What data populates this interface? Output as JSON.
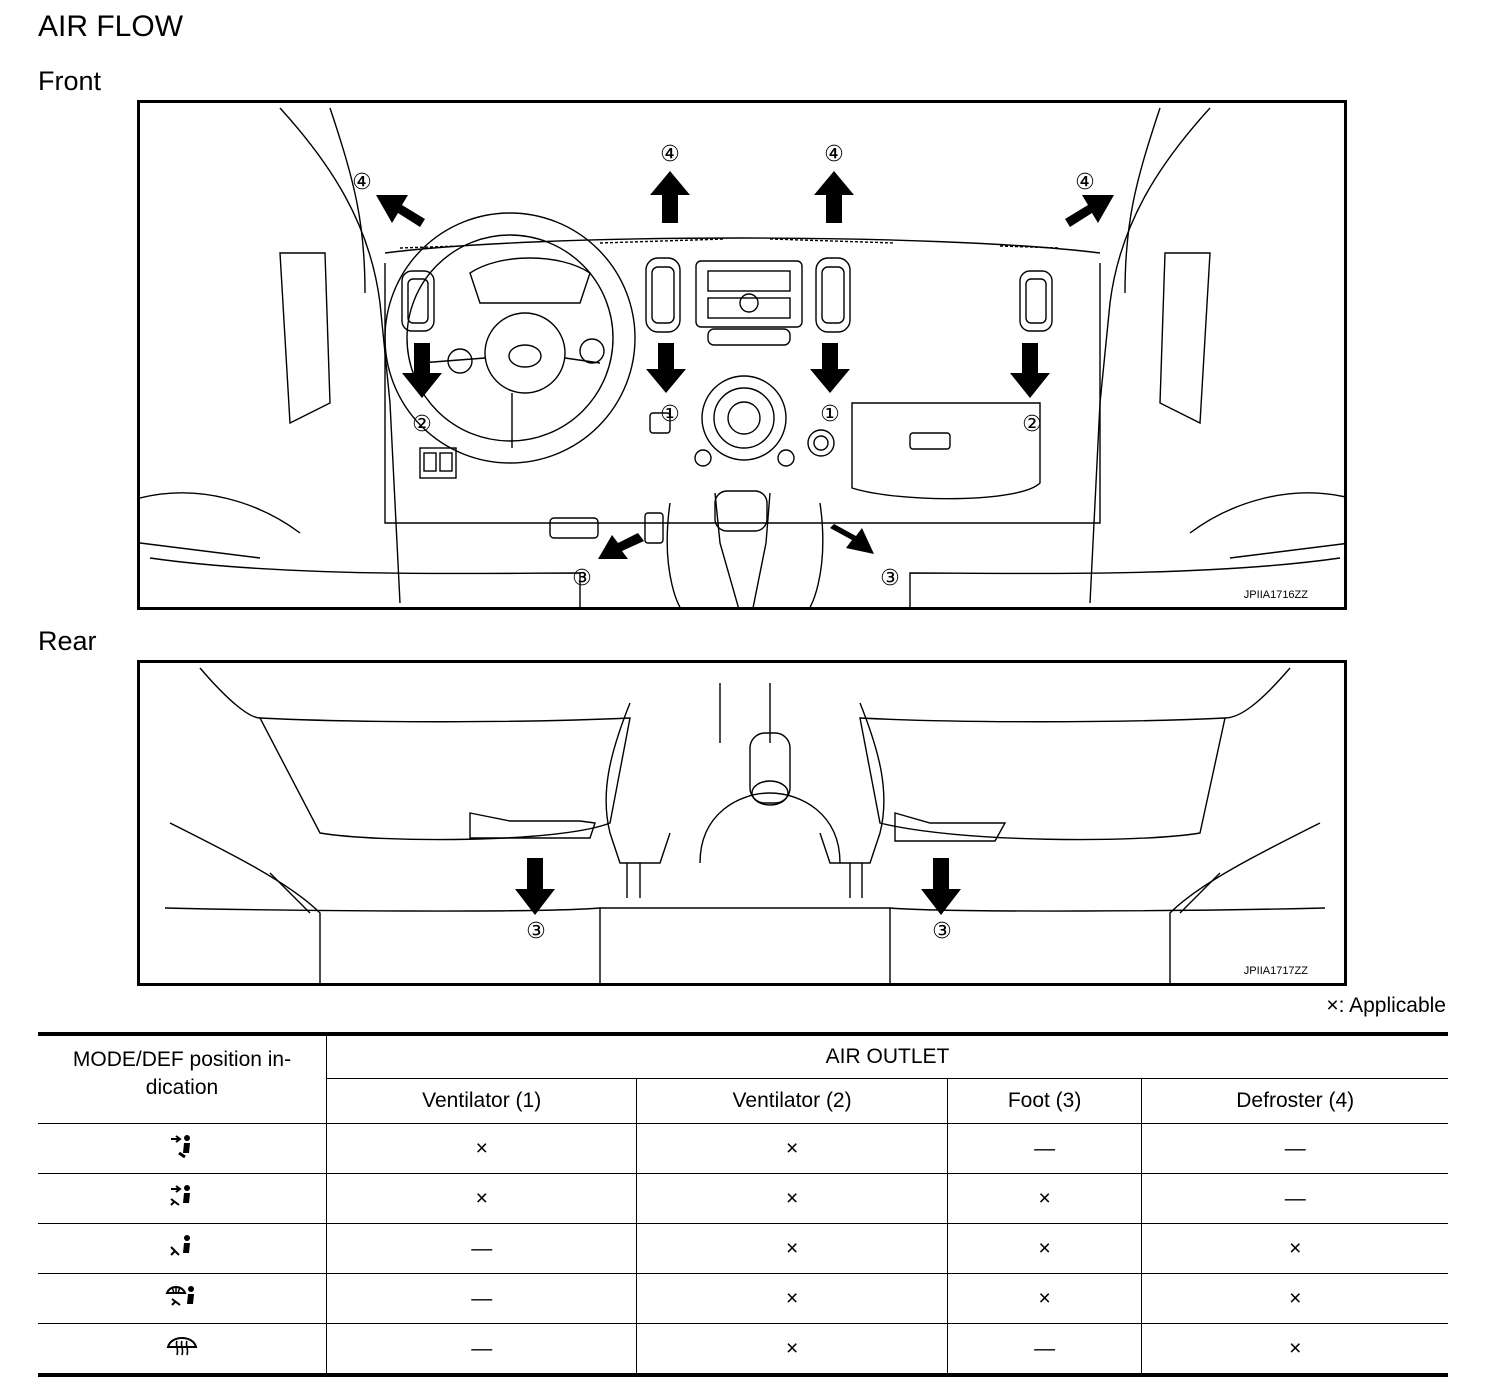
{
  "title": "AIR FLOW",
  "front_label": "Front",
  "rear_label": "Rear",
  "front_figure": {
    "code": "JPIIA1716ZZ",
    "callouts": [
      "①",
      "①",
      "②",
      "②",
      "③",
      "③",
      "④",
      "④",
      "④",
      "④"
    ]
  },
  "rear_figure": {
    "code": "JPIIA1717ZZ",
    "callouts": [
      "③",
      "③"
    ]
  },
  "legend": "×: Applicable",
  "table": {
    "mode_header": "MODE/DEF position in-\ndication",
    "mode_header_line1": "MODE/DEF position in-",
    "mode_header_line2": "dication",
    "group_header": "AIR OUTLET",
    "columns": [
      "Ventilator (1)",
      "Ventilator (2)",
      "Foot (3)",
      "Defroster (4)"
    ],
    "rows": [
      {
        "icon": "vent-mode-icon",
        "cells": [
          "×",
          "×",
          "—",
          "—"
        ]
      },
      {
        "icon": "bi-level-mode-icon",
        "cells": [
          "×",
          "×",
          "×",
          "—"
        ]
      },
      {
        "icon": "foot-mode-icon",
        "cells": [
          "—",
          "×",
          "×",
          "×"
        ]
      },
      {
        "icon": "foot-defrost-mode-icon",
        "cells": [
          "—",
          "×",
          "×",
          "×"
        ]
      },
      {
        "icon": "defrost-mode-icon",
        "cells": [
          "—",
          "×",
          "—",
          "×"
        ]
      }
    ]
  }
}
